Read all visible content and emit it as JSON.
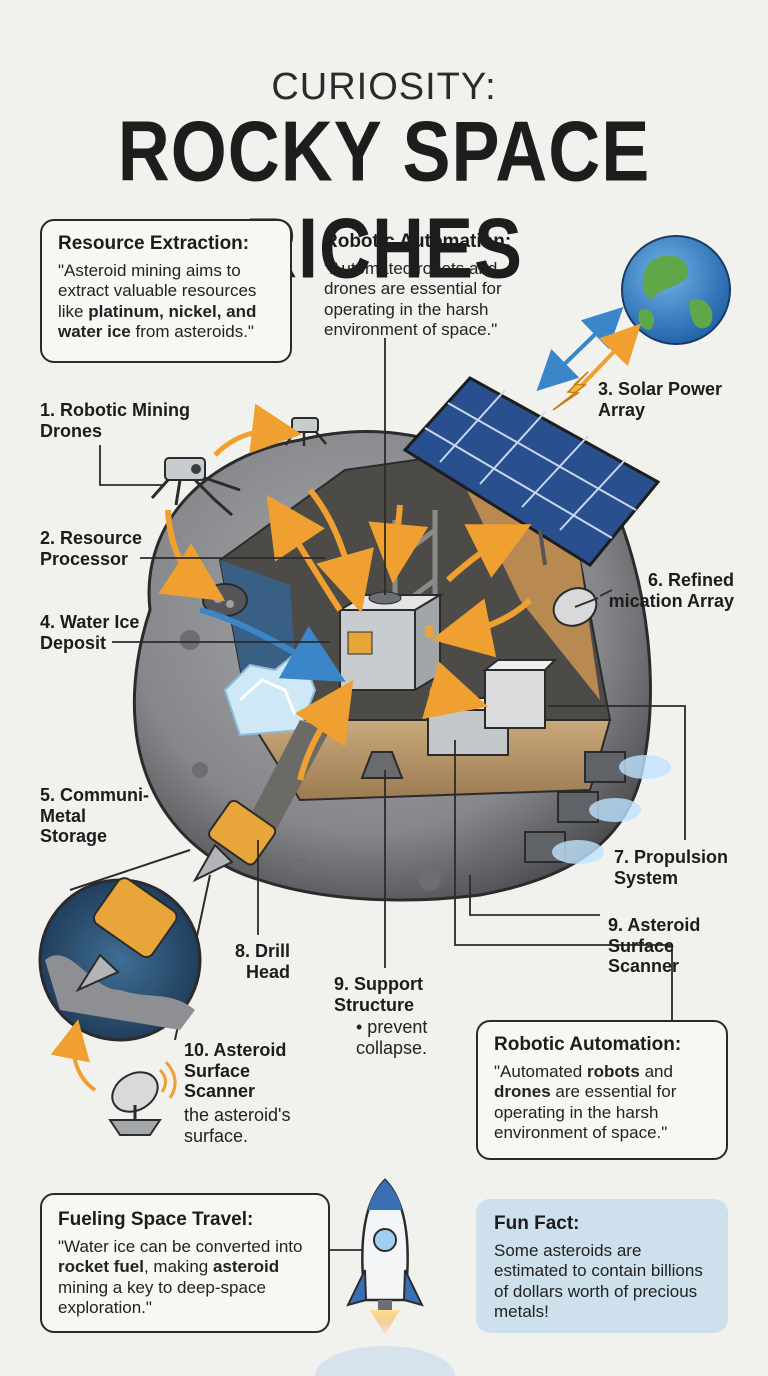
{
  "header": {
    "kicker": "CURIOSITY:",
    "title": "ROCKY SPACE RICHES"
  },
  "callouts": {
    "resource_extraction": {
      "title": "Resource Extraction:",
      "text_a": "\"Asteroid mining aims to extract valuable resources like ",
      "text_bold": "platinum, nickel, and water ice",
      "text_b": " from asteroids.\""
    },
    "robotic_automation_top": {
      "title": "Robotic Automation:",
      "text": "\"Automated robots and drones are essential for operating in the harsh environment of space.\""
    },
    "robotic_automation_bottom": {
      "title": "Robotic Automation:",
      "text_a": "\"Automated ",
      "bold_1": "robots",
      "text_b": " and ",
      "bold_2": "drones",
      "text_c": " are essential for operating in the harsh environment of space.\""
    },
    "fueling": {
      "title": "Fueling Space Travel:",
      "text_a": "\"Water ice can be converted into ",
      "bold_1": "rocket fuel",
      "text_b": ", making ",
      "bold_2": "asteroid",
      "text_c": " mining a key to deep-space exploration.\""
    },
    "fun_fact": {
      "title": "Fun Fact:",
      "text": "Some asteroids are estimated to contain billions of dollars worth of precious metals!"
    }
  },
  "labels": {
    "l1": "1. Robotic Mining Drones",
    "l2": "2. Resource Processor",
    "l3": "3. Solar Power Array",
    "l4": "4. Water Ice Deposit",
    "l5": "5. Communi- Metal Storage",
    "l6": "6. Refined mication Array",
    "l7": "7. Propulsion System",
    "l8": "8. Drill Head",
    "l9a": "9. Asteroid Surface Scanner",
    "l9b": "9. Support Structure",
    "l9b_note": "• prevent collapse.",
    "l10": "10. Asteroid Surface Scanner",
    "l10_note": "the asteroid's surface."
  },
  "colors": {
    "background": "#f1f1ee",
    "asteroid": "#8d8e90",
    "arrow_orange": "#f0a030",
    "arrow_blue": "#3a86c8",
    "fun_fact_bg": "#cde0ec",
    "ice": "#cfe8f6",
    "solar_panel": "#2a4f8e"
  }
}
